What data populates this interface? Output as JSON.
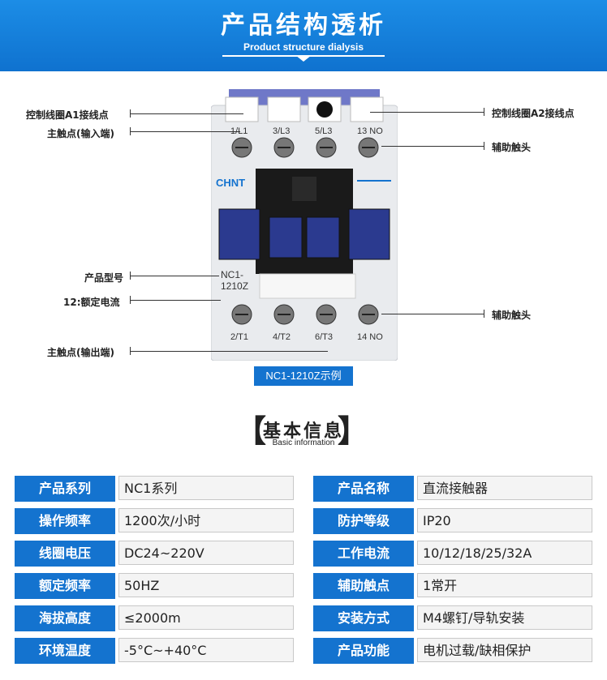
{
  "banner": {
    "title": "产品结构透析",
    "subtitle": "Product structure dialysis"
  },
  "device": {
    "brand": "CHNT",
    "top_terminals": [
      "1/L1",
      "3/L3",
      "5/L3",
      "13 NO"
    ],
    "bottom_terminals": [
      "2/T1",
      "4/T2",
      "6/T3",
      "14 NO"
    ],
    "model_line1": "NC1-",
    "model_line2": "1210Z"
  },
  "callouts": {
    "a1": "控制线圈A1接线点",
    "main_in": "主触点(输入端)",
    "model": "产品型号",
    "rated_current": "12:额定电流",
    "main_out": "主触点(输出端)",
    "a2": "控制线圈A2接线点",
    "aux_top": "辅助触头",
    "aux_bottom": "辅助触头"
  },
  "example_label": "NC1-1210Z示例",
  "section": {
    "title": "基本信息",
    "subtitle": "Basic information",
    "bracket_left": "【",
    "bracket_right": "】"
  },
  "table_left": [
    {
      "key": "产品系列",
      "value": "NC1系列"
    },
    {
      "key": "操作频率",
      "value": "1200次/小时"
    },
    {
      "key": "线圈电压",
      "value": "DC24~220V"
    },
    {
      "key": "额定频率",
      "value": "50HZ"
    },
    {
      "key": "海拔高度",
      "value": "≤2000m"
    },
    {
      "key": "环境温度",
      "value": "-5°C~+40°C"
    }
  ],
  "table_right": [
    {
      "key": "产品名称",
      "value": "直流接触器"
    },
    {
      "key": "防护等级",
      "value": "IP20"
    },
    {
      "key": "工作电流",
      "value": "10/12/18/25/32A"
    },
    {
      "key": "辅助触点",
      "value": "1常开"
    },
    {
      "key": "安装方式",
      "value": "M4螺钉/导轨安装"
    },
    {
      "key": "产品功能",
      "value": "电机过载/缺相保护"
    }
  ],
  "colors": {
    "accent": "#1473cf",
    "device_body": "#e9ebee",
    "armature": "#2b3a8f"
  }
}
